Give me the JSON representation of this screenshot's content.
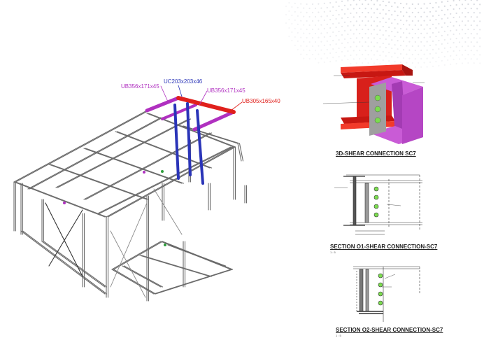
{
  "frame_labels": {
    "ub356_left": "UB356x171x45",
    "uc203": "UC203x203x46",
    "ub356_right": "UB356x171x45",
    "ub305": "UB305x165x40"
  },
  "colors": {
    "magenta": "#b030c0",
    "blue": "#2a34b8",
    "red": "#e0201c",
    "purple": "#b546c4",
    "bolt": "#7bdc4f",
    "steel": "#666666"
  },
  "details": {
    "caption_3d": "3D-SHEAR CONNECTION SC7",
    "caption_o1": "SECTION O1-SHEAR CONNECTION-SC7",
    "caption_o2": "SECTION O2-SHEAR CONNECTION-SC7",
    "scale_o1": "1 : 5",
    "scale_o2": "1 : 5"
  }
}
